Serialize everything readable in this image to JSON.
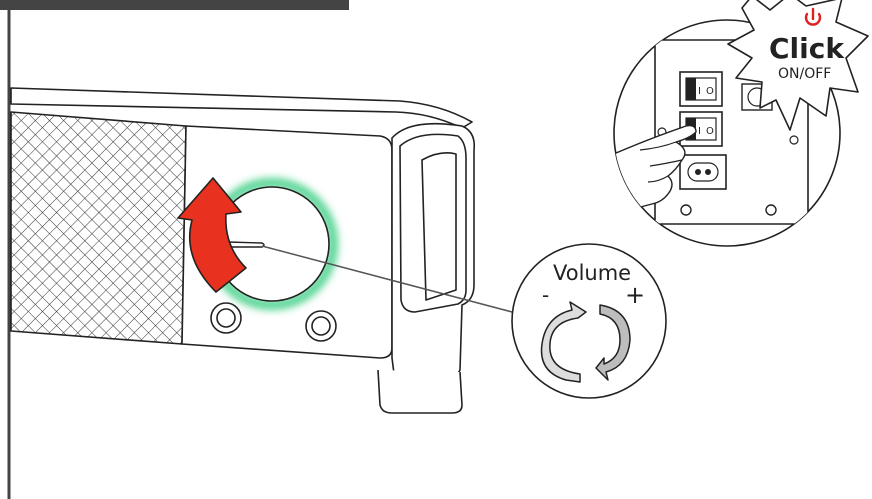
{
  "volume_callout": {
    "title": "Volume",
    "minus": "-",
    "plus": "+"
  },
  "power_callout": {
    "click_text": "Click",
    "onoff_text": "ON/OFF",
    "power_symbol": "power-icon"
  },
  "switch_labels": {
    "on_mark": "I",
    "off_mark": "O"
  },
  "colors": {
    "frame": "#444444",
    "arrow_red": "#e8321f",
    "knob_glow": "#3fcf86",
    "power_red": "#e02020",
    "callout_fill": "#e9e9e9"
  }
}
